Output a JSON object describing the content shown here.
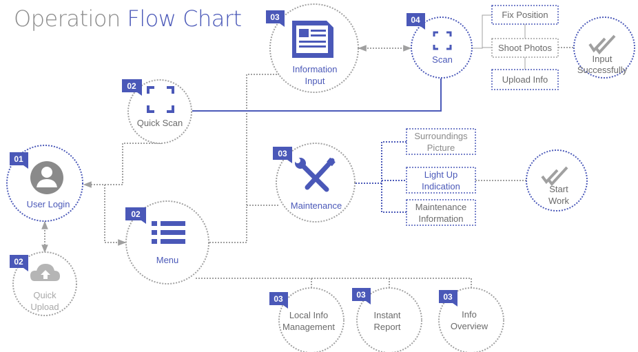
{
  "title": {
    "part1": "Operation",
    "part2": "Flow Chart"
  },
  "colors": {
    "accent": "#4a58b8",
    "gray": "#8a8a8a",
    "line_gray": "#a0a0a0",
    "badge_text": "#ffffff",
    "muted_icon": "#b5b5b5"
  },
  "nodes": {
    "user_login": {
      "badge": "01",
      "label": "User Login",
      "icon": "user-avatar-icon"
    },
    "quick_upload": {
      "badge": "02",
      "line1": "Quick",
      "line2": "Upload",
      "icon": "cloud-upload-icon"
    },
    "quick_scan": {
      "badge": "02",
      "label": "Quick Scan",
      "icon": "scan-frame-icon"
    },
    "menu": {
      "badge": "02",
      "label": "Menu",
      "icon": "menu-list-icon"
    },
    "info_input": {
      "badge": "03",
      "line1": "Information",
      "line2": "Input",
      "icon": "document-form-icon"
    },
    "scan": {
      "badge": "04",
      "label": "Scan",
      "icon": "scan-frame-icon"
    },
    "maintenance": {
      "badge": "03",
      "label": "Maintenance",
      "icon": "wrench-screwdriver-icon"
    },
    "local_info": {
      "badge": "03",
      "line1": "Local Info",
      "line2": "Management"
    },
    "instant": {
      "badge": "03",
      "line1": "Instant",
      "line2": "Report"
    },
    "overview": {
      "badge": "03",
      "line1": "Info",
      "line2": "Overview"
    },
    "input_ok": {
      "line1": "Input",
      "line2": "Successfully",
      "icon": "double-check-icon"
    },
    "start_work": {
      "line1": "Start",
      "line2": "Work",
      "icon": "double-check-icon"
    }
  },
  "steps": {
    "fix_position": "Fix Position",
    "shoot_photos": "Shoot Photos",
    "upload_info": "Upload Info",
    "surroundings": {
      "line1": "Surroundings",
      "line2": "Picture"
    },
    "light_up": {
      "line1": "Light Up",
      "line2": "Indication"
    },
    "maint_info": {
      "line1": "Maintenance",
      "line2": "Information"
    }
  }
}
